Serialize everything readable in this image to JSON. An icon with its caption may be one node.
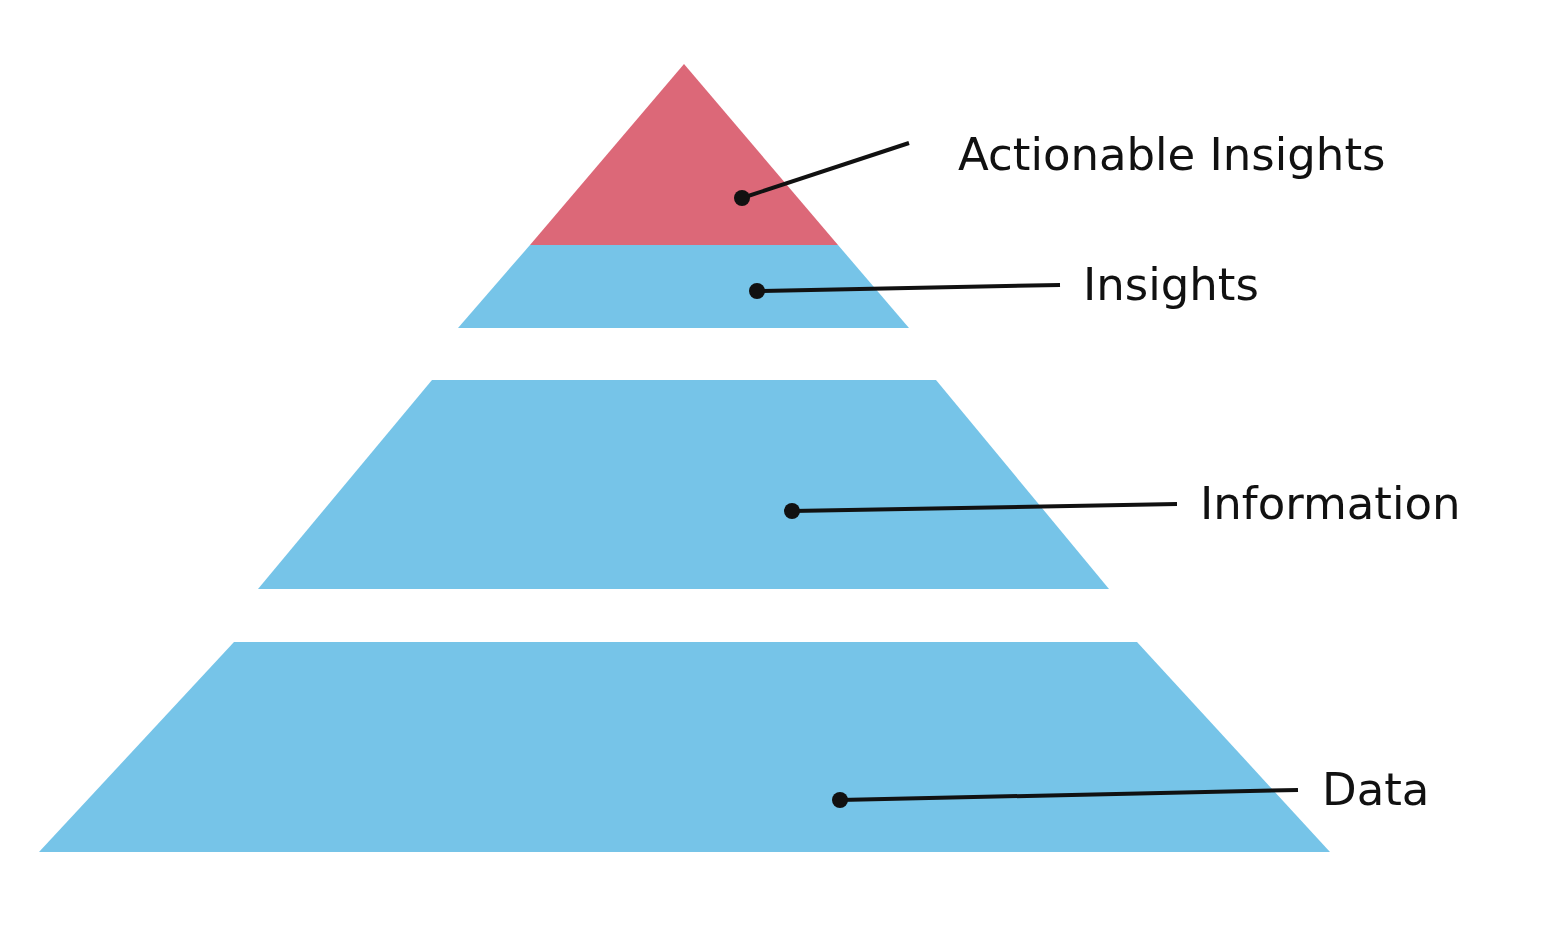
{
  "diagram": {
    "nodes": [
      {
        "text": [],
        "shape": "triangle"
      },
      {
        "text": [],
        "shape": "trapezoid"
      },
      {
        "text": [],
        "shape": "trapezoid"
      },
      {
        "text": [],
        "shape": "trapezoid"
      },
      {
        "text": [
          "Actionable Insights"
        ]
      },
      {
        "text": [
          "Insights"
        ]
      },
      {
        "text": [
          "Information"
        ]
      },
      {
        "text": [
          "Data"
        ]
      }
    ],
    "edges": [
      {
        "from": 4,
        "to": 0,
        "arrow": "other"
      },
      {
        "from": 5,
        "to": 1,
        "arrow": "other"
      },
      {
        "from": 6,
        "to": 2,
        "arrow": "other"
      },
      {
        "from": 7,
        "to": 3,
        "arrow": "other"
      }
    ]
  }
}
